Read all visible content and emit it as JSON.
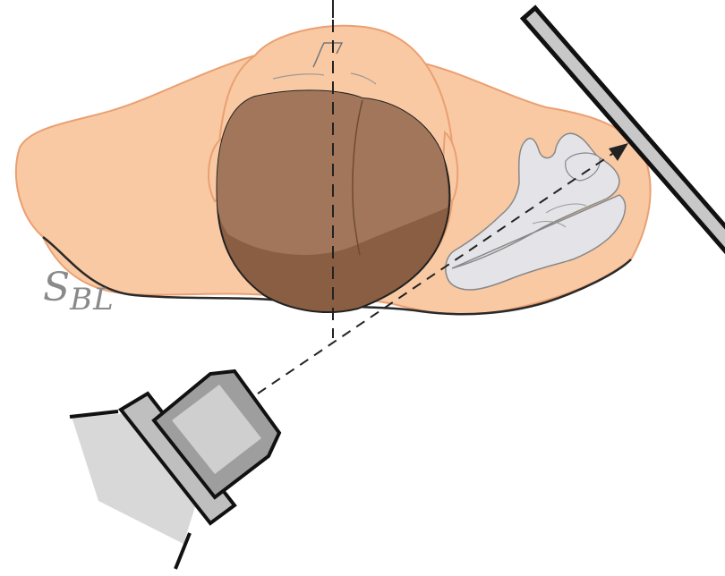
{
  "diagram": {
    "label_main": "S",
    "label_sub": "BL"
  },
  "colors": {
    "skin": "#f9c9a3",
    "skin_outline": "#eaa072",
    "hair_light": "#a2765b",
    "hair_dark": "#8a5e43",
    "bone": "#e4e3e7",
    "detector_fill": "#c8c8c8",
    "tube_body": "#a9a9a9",
    "outline": "#222222",
    "label": "#8a8a8a"
  },
  "icons": [
    "patient-head-figure",
    "mandible-bone",
    "image-receptor",
    "xray-tube",
    "central-ray",
    "midsagittal-line"
  ]
}
